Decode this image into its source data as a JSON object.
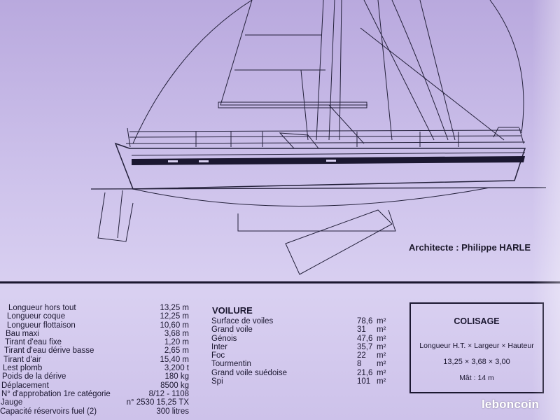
{
  "architect": "Architecte : Philippe HARLE",
  "specs": [
    {
      "label": "Longueur hors tout",
      "value": "13,25 m"
    },
    {
      "label": "Longueur coque",
      "value": "12,25 m"
    },
    {
      "label": "Longueur flottaison",
      "value": "10,60 m"
    },
    {
      "label": "Bau maxi",
      "value": "3,68 m"
    },
    {
      "label": "Tirant d'eau fixe",
      "value": "1,20 m"
    },
    {
      "label": "Tirant d'eau dérive basse",
      "value": "2,65 m"
    },
    {
      "label": "Tirant d'air",
      "value": "15,40 m"
    },
    {
      "label": "Lest plomb",
      "value": "3,200 t"
    },
    {
      "label": "Poids de la dérive",
      "value": "180 kg"
    },
    {
      "label": "Déplacement",
      "value": "8500 kg"
    },
    {
      "label": "N° d'approbation 1re catégorie",
      "value": "8/12 - 1108"
    },
    {
      "label": "Jauge",
      "value": "n° 2530 15,25 TX"
    },
    {
      "label": "Capacité réservoirs fuel (2)",
      "value": "300 litres"
    }
  ],
  "voilure": {
    "title": "VOILURE",
    "items": [
      {
        "label": "Surface de voiles",
        "value": "78,6",
        "unit": "m²"
      },
      {
        "label": "Grand voile",
        "value": "31",
        "unit": "m²"
      },
      {
        "label": "Génois",
        "value": "47,6",
        "unit": "m²"
      },
      {
        "label": "Inter",
        "value": "35,7",
        "unit": "m²"
      },
      {
        "label": "Foc",
        "value": "22",
        "unit": "m²"
      },
      {
        "label": "Tourmentin",
        "value": "8",
        "unit": "m²"
      },
      {
        "label": "Grand voile suédoise",
        "value": "21,6",
        "unit": "m²"
      },
      {
        "label": "Spi",
        "value": "101",
        "unit": "m²"
      }
    ]
  },
  "colisage": {
    "title": "COLISAGE",
    "dims_label": "Longueur H.T. × Largeur × Hauteur",
    "dims_value": "13,25 × 3,68 × 3,00",
    "mast": "Mât : 14 m"
  },
  "watermark": "leboncoin",
  "colors": {
    "ink": "#1b1730",
    "paper": "#cfc4ec"
  }
}
